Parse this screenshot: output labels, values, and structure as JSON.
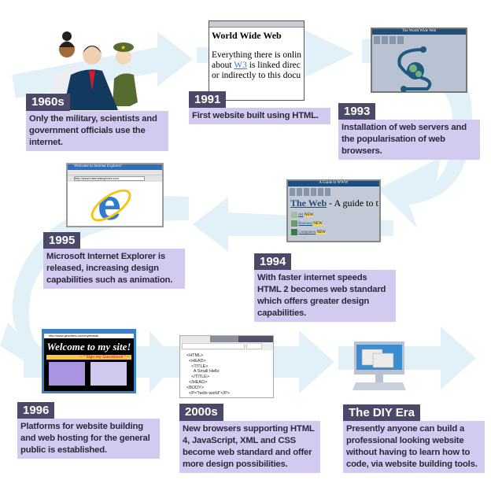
{
  "milestones": [
    {
      "year": "1960s",
      "text": "Only the military, scientists and government officials use the internet."
    },
    {
      "year": "1991",
      "text": "First website built using HTML."
    },
    {
      "year": "1993",
      "text": "Installation of web servers and the popularisation of web browsers."
    },
    {
      "year": "1994",
      "text": "With faster internet speeds HTML 2 becomes web standard which offers greater design capabilities."
    },
    {
      "year": "1995",
      "text": "Microsoft Internet Explorer is released, increasing design capabilities such as animation."
    },
    {
      "year": "1996",
      "text": "Platforms for website building and web hosting for the general public is established."
    },
    {
      "year": "2000s",
      "text": "New browsers supporting HTML 4, JavaScript, XML and CSS become web standard and offer more design possibilities."
    },
    {
      "year": "The DIY Era",
      "text": "Presently anyone can build a professional looking website without having to learn how to code, via website building tools."
    }
  ],
  "win1991": {
    "title": "World Wide Web",
    "line1": "Everything there is onlin",
    "line2a": "about ",
    "link": "W3",
    "line2b": " is linked direc",
    "line3": "or indirectly to this docu"
  },
  "win1993": {
    "title": "The World Wide Web"
  },
  "win1994": {
    "title": "A Guide to WWW",
    "heading": "The Web",
    "subtitle": " - A guide to t",
    "links": [
      "Art",
      "Business",
      "Computers"
    ],
    "badge": "NEW"
  },
  "win1995": {
    "title": "Welcome to Internet Explorer!",
    "url": "http://www.internetexplorer.com"
  },
  "win1996": {
    "url": "http://www.geocities.com/myfirstsite",
    "heading": "Welcome to my site!",
    "guestbook": "~ * Sign my Guestbook * ~"
  },
  "win2000": {
    "code": [
      "<HTML>",
      "  <HEAD>",
      "    <TITLE>",
      "      A Small Hello",
      "    </TITLE>",
      "  </HEAD>",
      "<BODY>",
      "  <P>\"hello world\"</P>"
    ]
  },
  "colors": {
    "label": "#4a4a68",
    "desc": "#d2caef",
    "arrow": "#e2f1f8"
  }
}
